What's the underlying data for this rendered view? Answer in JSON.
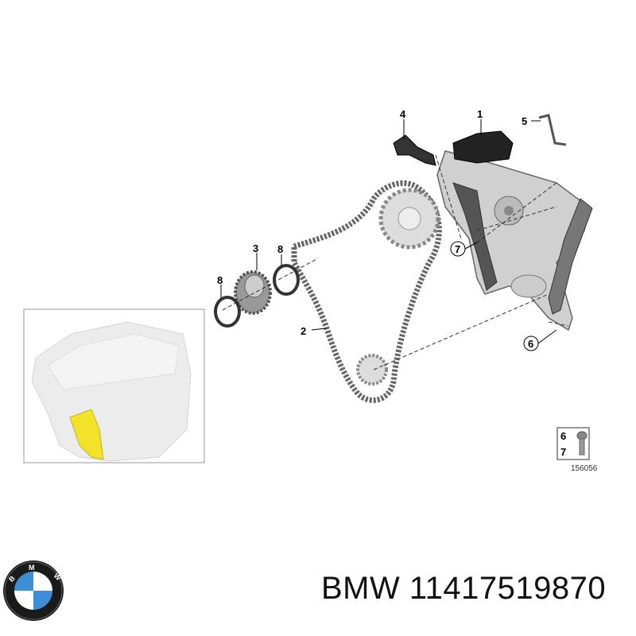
{
  "diagram": {
    "callouts": {
      "timing_chain_guide": "1",
      "timing_chain": "2",
      "sprocket": "3",
      "tensioner_grip": "4",
      "pin": "5",
      "bolt_a": "6",
      "bolt_b": "7",
      "ring_right": "8",
      "ring_left": "8"
    },
    "legend_box": {
      "items": [
        "6",
        "7"
      ],
      "code": "156056"
    },
    "inset_highlight_color": "#f2e22a"
  },
  "footer": {
    "brand_logo_text": "BMW",
    "title": "BMW 11417519870"
  }
}
